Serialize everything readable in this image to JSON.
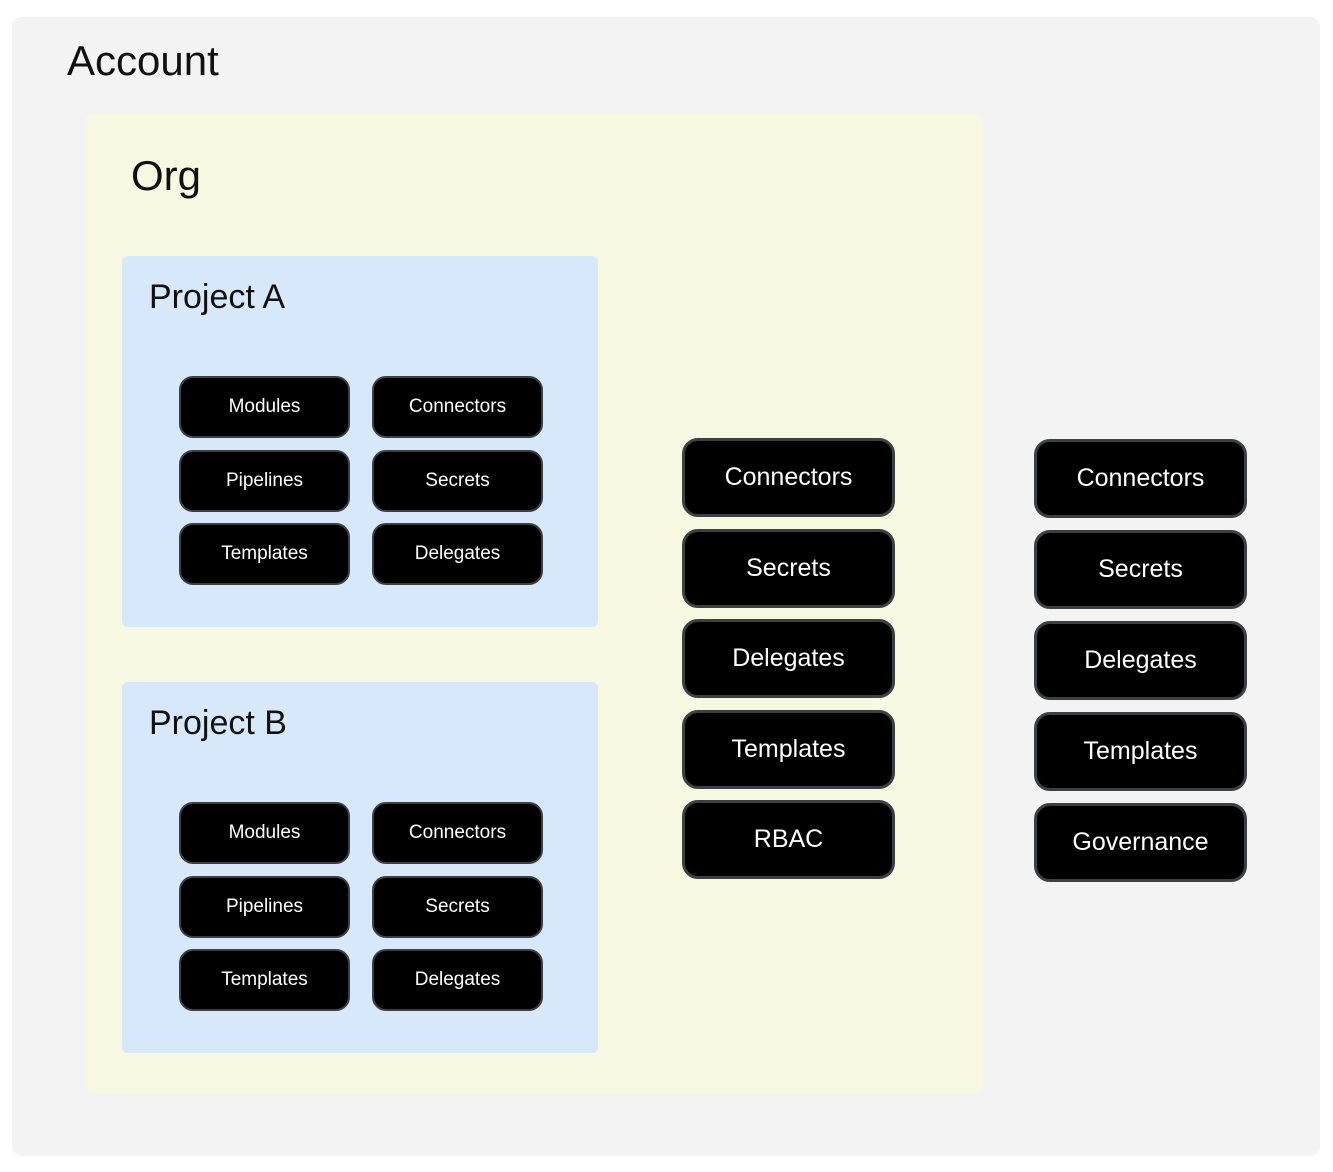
{
  "account": {
    "title": "Account",
    "pills": [
      "Connectors",
      "Secrets",
      "Delegates",
      "Templates",
      "Governance"
    ]
  },
  "org": {
    "title": "Org",
    "pills": [
      "Connectors",
      "Secrets",
      "Delegates",
      "Templates",
      "RBAC"
    ],
    "projects": [
      {
        "title": "Project A",
        "pills": [
          "Modules",
          "Connectors",
          "Pipelines",
          "Secrets",
          "Templates",
          "Delegates"
        ]
      },
      {
        "title": "Project B",
        "pills": [
          "Modules",
          "Connectors",
          "Pipelines",
          "Secrets",
          "Templates",
          "Delegates"
        ]
      }
    ]
  },
  "colors": {
    "account_bg": "#f3f3f3",
    "org_bg": "#f7f8e2",
    "project_bg": "#d8e8fb",
    "pill_bg": "#000000",
    "pill_border": "#3c4043",
    "pill_text": "#ffffff",
    "heading_text": "#111111"
  }
}
